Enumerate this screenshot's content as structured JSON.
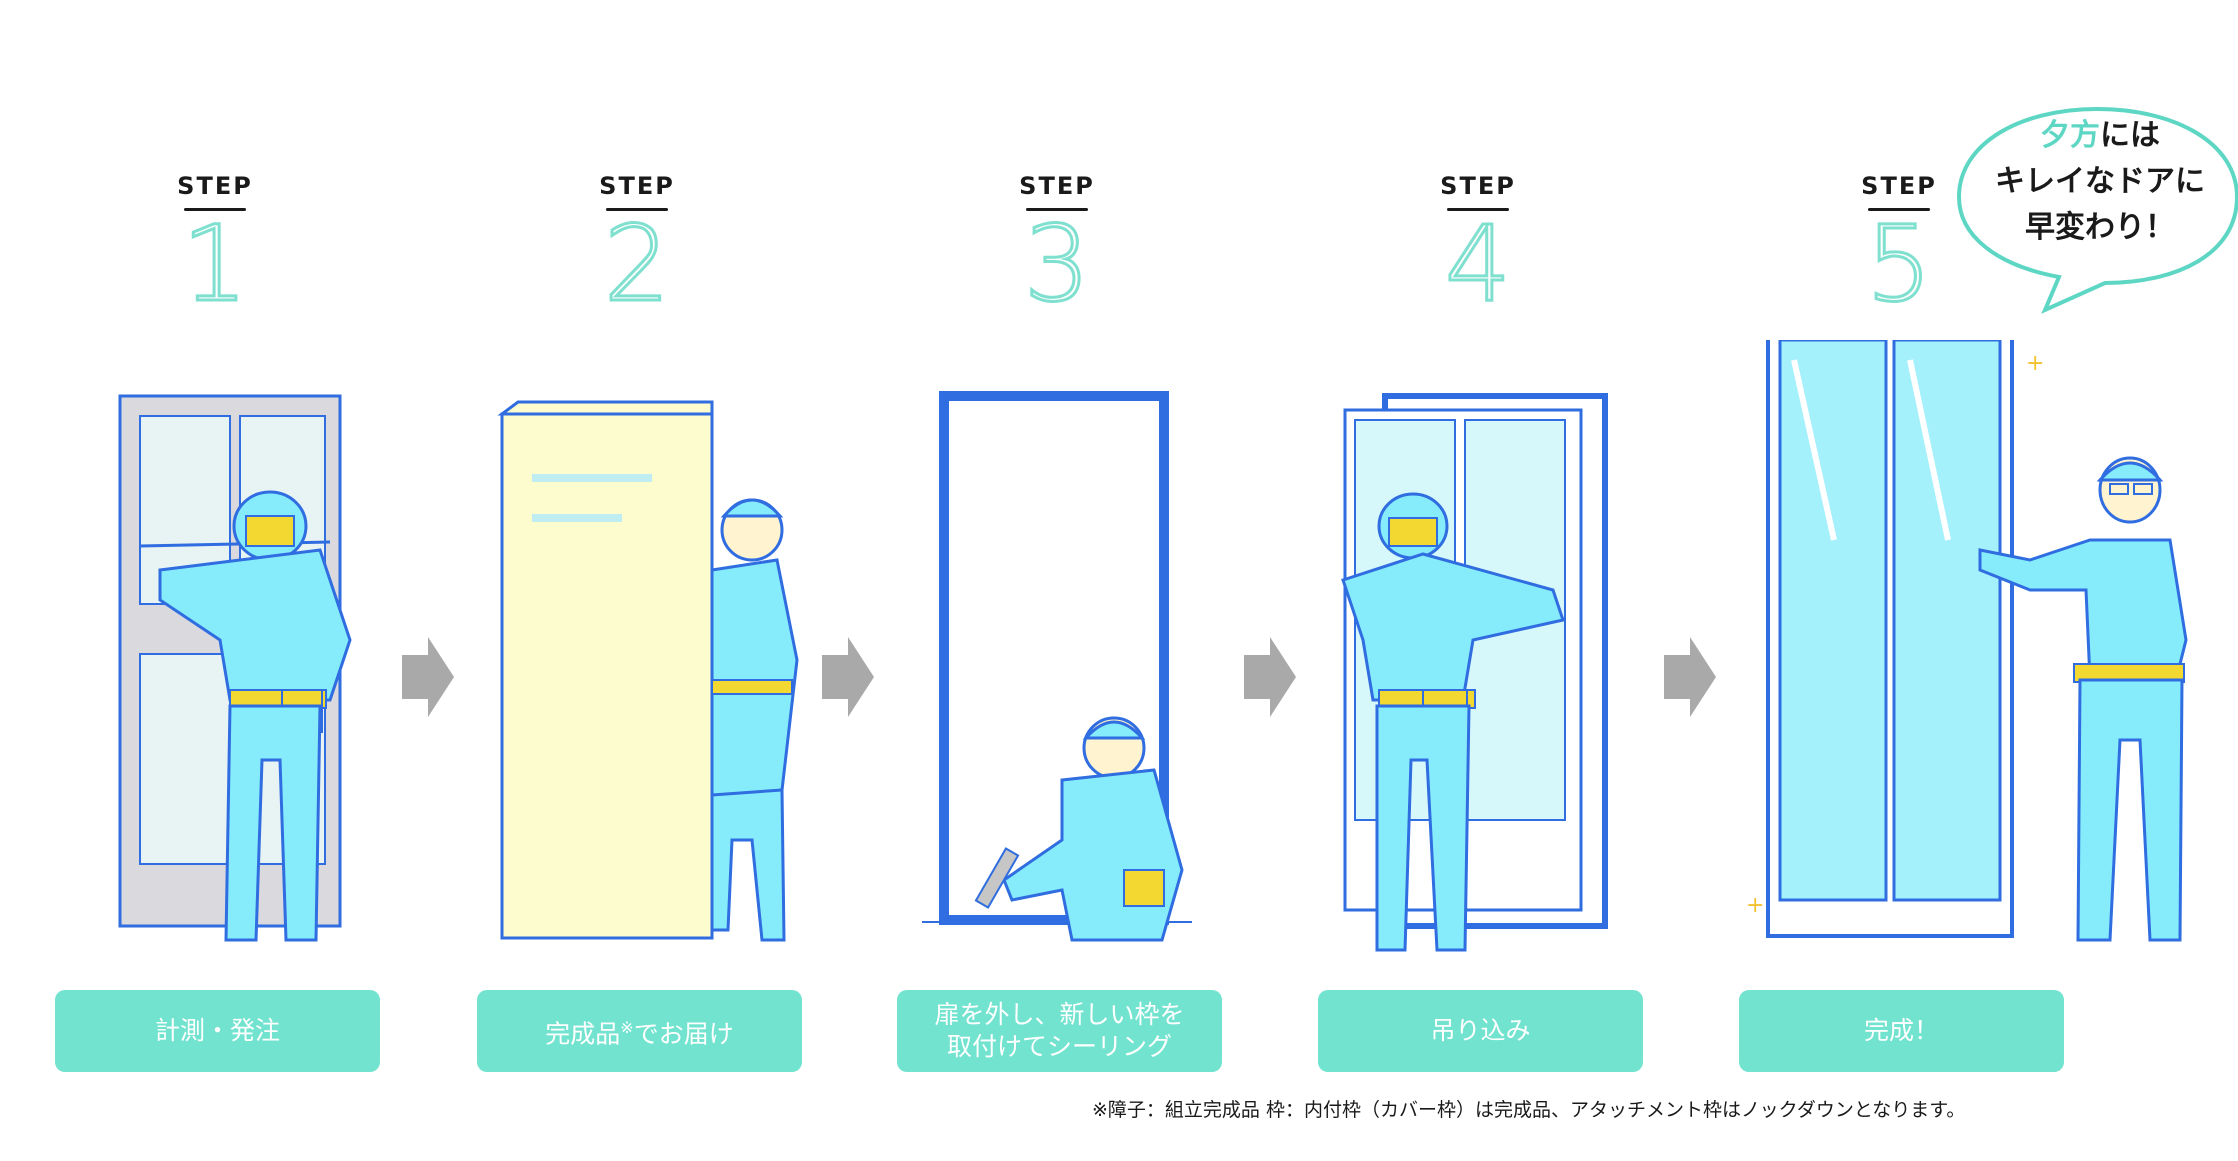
{
  "step_word": "STEP",
  "steps": [
    {
      "number": "1",
      "label": "計測・発注"
    },
    {
      "number": "2",
      "label": "完成品",
      "label_note": "※",
      "label_tail": "でお届け"
    },
    {
      "number": "3",
      "label_line1": "扉を外し、新しい枠を",
      "label_line2": "取付けてシーリング"
    },
    {
      "number": "4",
      "label": "吊り込み"
    },
    {
      "number": "5",
      "label": "完成！"
    }
  ],
  "bubble": {
    "accent": "夕方",
    "line1_tail": "には",
    "line2": "キレイなドアに",
    "line3": "早変わり！"
  },
  "footnote": "※障子：組立完成品 枠：内付枠（カバー枠）は完成品、アタッチメント枠はノックダウンとなります。",
  "colors": {
    "accent": "#72e3cf",
    "worker": "#86ecfb",
    "outline": "#2f6de0",
    "tool_belt": "#f2d830",
    "arrow": "#a9a9a9",
    "panel_cream": "#fdfccf"
  }
}
